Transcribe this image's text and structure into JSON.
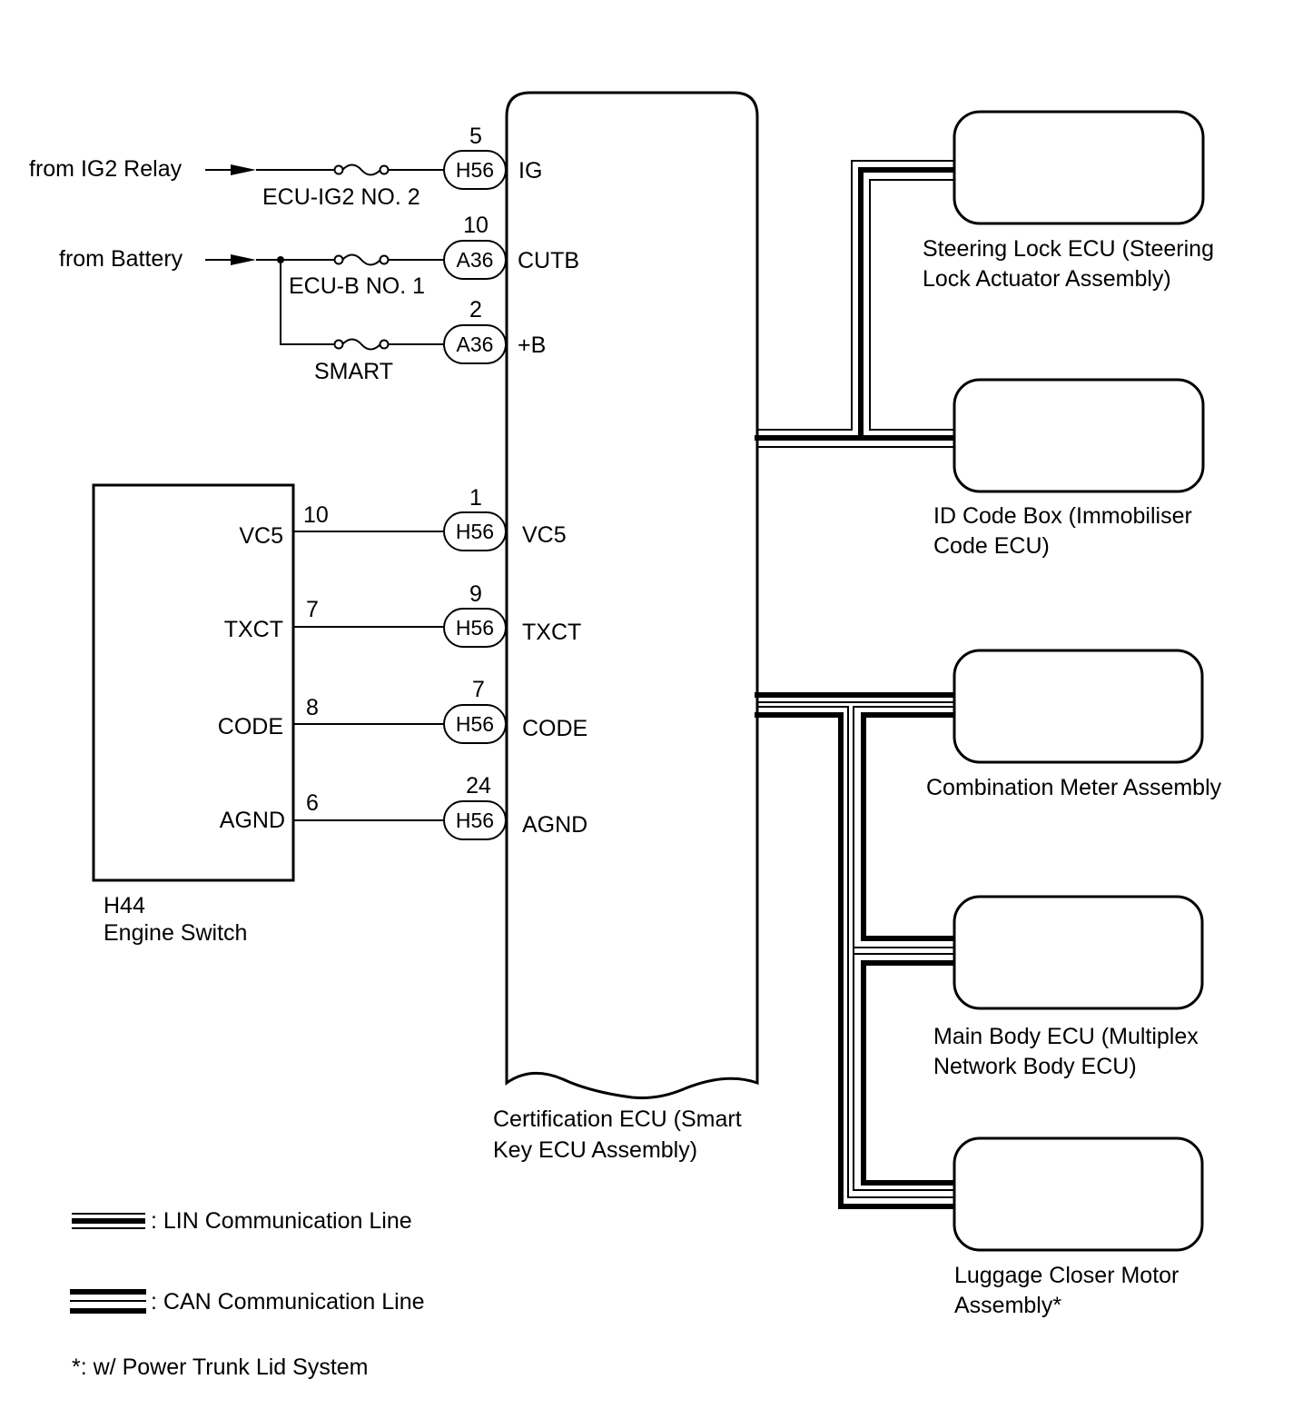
{
  "ecu": {
    "label_line1": "Certification ECU (Smart",
    "label_line2": "Key ECU Assembly)",
    "pins": [
      {
        "pin": "5",
        "connector": "H56",
        "name": "IG"
      },
      {
        "pin": "10",
        "connector": "A36",
        "name": "CUTB"
      },
      {
        "pin": "2",
        "connector": "A36",
        "name": "+B"
      },
      {
        "pin": "1",
        "connector": "H56",
        "name": "VC5"
      },
      {
        "pin": "9",
        "connector": "H56",
        "name": "TXCT"
      },
      {
        "pin": "7",
        "connector": "H56",
        "name": "CODE"
      },
      {
        "pin": "24",
        "connector": "H56",
        "name": "AGND"
      }
    ]
  },
  "power": {
    "ig2_source": "from IG2 Relay",
    "battery_source": "from Battery",
    "fuse_ig2": "ECU-IG2 NO. 2",
    "fuse_ecub": "ECU-B NO. 1",
    "fuse_smart": "SMART"
  },
  "engine_switch": {
    "id": "H44",
    "name": "Engine Switch",
    "pins": [
      {
        "pin": "10",
        "name": "VC5"
      },
      {
        "pin": "7",
        "name": "TXCT"
      },
      {
        "pin": "8",
        "name": "CODE"
      },
      {
        "pin": "6",
        "name": "AGND"
      }
    ]
  },
  "modules": [
    {
      "line1": "Steering Lock ECU (Steering",
      "line2": "Lock Actuator Assembly)"
    },
    {
      "line1": "ID Code Box (Immobiliser",
      "line2": "Code ECU)"
    },
    {
      "line1": "Combination Meter Assembly",
      "line2": ""
    },
    {
      "line1": "Main Body ECU (Multiplex",
      "line2": "Network Body ECU)"
    },
    {
      "line1": "Luggage Closer Motor",
      "line2": "Assembly*"
    }
  ],
  "legend": {
    "lin": ": LIN Communication Line",
    "can": ": CAN Communication Line",
    "note": "*: w/ Power Trunk Lid System"
  },
  "colors": {
    "line": "#000000",
    "background": "#ffffff"
  }
}
